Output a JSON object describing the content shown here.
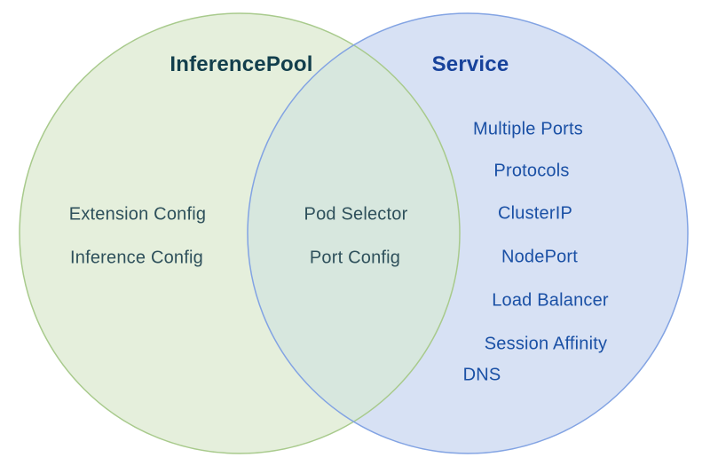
{
  "venn": {
    "left": {
      "title": "InferencePool",
      "items": [
        "Extension Config",
        "Inference Config"
      ]
    },
    "overlap": {
      "items": [
        "Pod Selector",
        "Port Config"
      ]
    },
    "right": {
      "title": "Service",
      "items": [
        "Multiple Ports",
        "Protocols",
        "ClusterIP",
        "NodePort",
        "Load Balancer",
        "Session Affinity",
        "DNS"
      ]
    },
    "colors": {
      "left_fill": "#e5efdc",
      "left_stroke": "#a8ca8c",
      "right_fill": "#d7e1f4",
      "right_stroke": "#82a3e3",
      "overlap_fill": "#d7e7de",
      "left_title_text": "#123e4c",
      "left_item_text": "#2e505b",
      "right_title_text": "#17429b",
      "right_item_text": "#1a50a5"
    }
  }
}
